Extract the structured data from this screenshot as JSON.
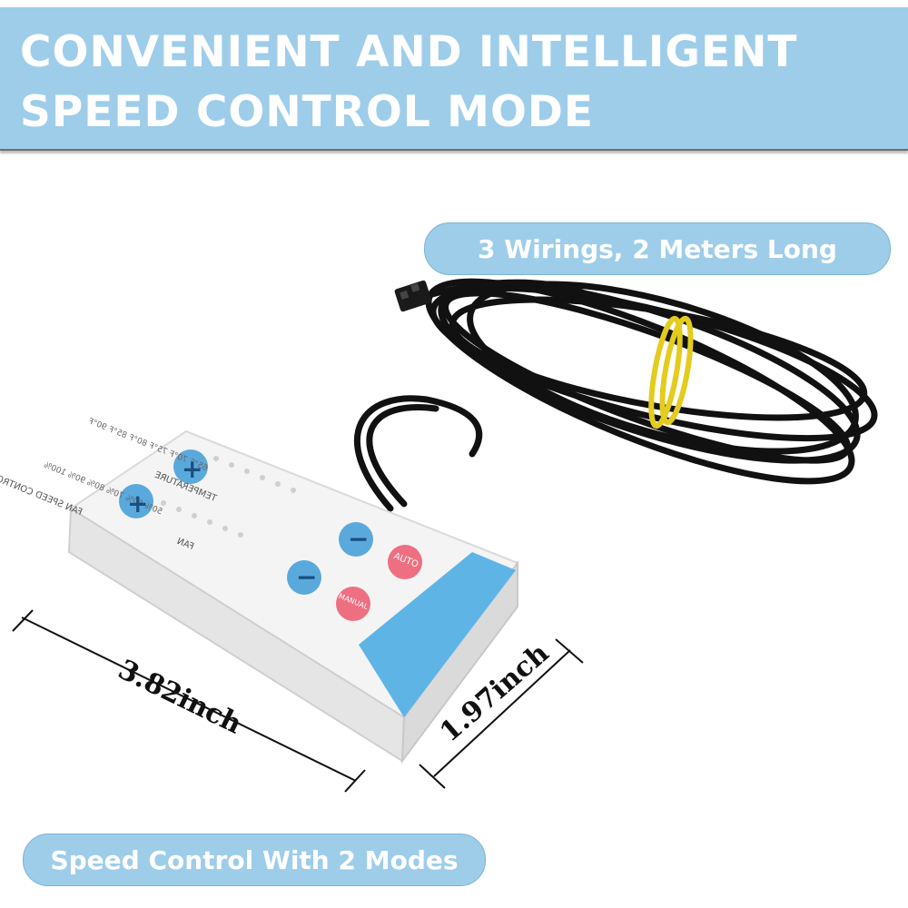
{
  "header": {
    "line1": "CONVENIENT AND INTELLIGENT",
    "line2": "SPEED CONTROL MODE"
  },
  "callouts": {
    "wiring": "3 Wirings, 2 Meters Long",
    "modes": "Speed Control With 2 Modes"
  },
  "dimensions": {
    "length": "3.82inch",
    "width": "1.97inch"
  },
  "device": {
    "name": "FAN SPEED CONTROLLER",
    "temperature_label": "TEMPERATURE",
    "temperature_scale": "65°F 70°F 75°F 80°F 85°F 90°F",
    "fan_label": "FAN",
    "fan_scale": "50% 60% 70% 80% 90% 100%",
    "auto_label": "AUTO",
    "manual_label": "MANUAL",
    "plus": "+",
    "minus": "−"
  },
  "colors": {
    "accent_blue": "#9ecdea",
    "button_blue": "#5aa9dc",
    "button_red": "#ee6f82",
    "strip_blue": "#5fb4e6",
    "cable": "#111111",
    "band": "#e3cc1e"
  }
}
